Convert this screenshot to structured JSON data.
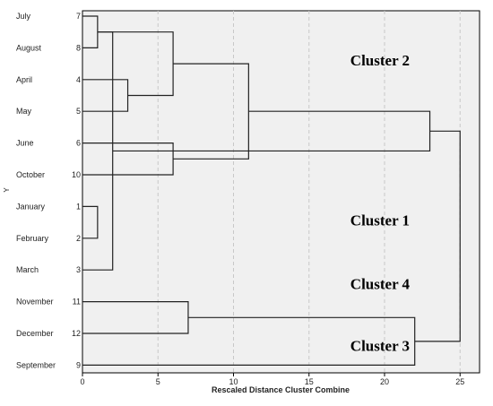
{
  "chart_data": {
    "type": "dendrogram",
    "xlabel": "Rescaled Distance Cluster Combine",
    "ylabel": "Y",
    "xlim": [
      0,
      26.5
    ],
    "xticks": [
      0,
      5,
      10,
      15,
      20,
      25
    ],
    "grid": "vertical-dashed",
    "leaves": [
      {
        "name": "July",
        "id": "7"
      },
      {
        "name": "August",
        "id": "8"
      },
      {
        "name": "April",
        "id": "4"
      },
      {
        "name": "May",
        "id": "5"
      },
      {
        "name": "June",
        "id": "6"
      },
      {
        "name": "October",
        "id": "10"
      },
      {
        "name": "January",
        "id": "1"
      },
      {
        "name": "February",
        "id": "2"
      },
      {
        "name": "March",
        "id": "3"
      },
      {
        "name": "November",
        "id": "11"
      },
      {
        "name": "December",
        "id": "12"
      },
      {
        "name": "September",
        "id": "9"
      }
    ],
    "merges": [
      {
        "a": 0,
        "b": 1,
        "dist": 1
      },
      {
        "a": 6,
        "b": 7,
        "dist": 1
      },
      {
        "a": 12,
        "b": 8,
        "dist": 2
      },
      {
        "a": 2,
        "b": 3,
        "dist": 3
      },
      {
        "a": 12,
        "b": 15,
        "dist": 6
      },
      {
        "a": 4,
        "b": 5,
        "dist": 6
      },
      {
        "a": 9,
        "b": 10,
        "dist": 7
      },
      {
        "a": 16,
        "b": 17,
        "dist": 11
      },
      {
        "a": 18,
        "b": 11,
        "dist": 22
      },
      {
        "a": 19,
        "b": 14,
        "dist": 23
      },
      {
        "a": 20,
        "b": 21,
        "dist": 25
      }
    ],
    "cluster_labels": [
      {
        "text": "Cluster 2",
        "x": 19.7,
        "leaf": 1.55
      },
      {
        "text": "Cluster 1",
        "x": 19.7,
        "leaf": 6.6
      },
      {
        "text": "Cluster 4",
        "x": 19.7,
        "leaf": 8.6
      },
      {
        "text": "Cluster 3",
        "x": 19.7,
        "leaf": 10.55
      }
    ]
  }
}
